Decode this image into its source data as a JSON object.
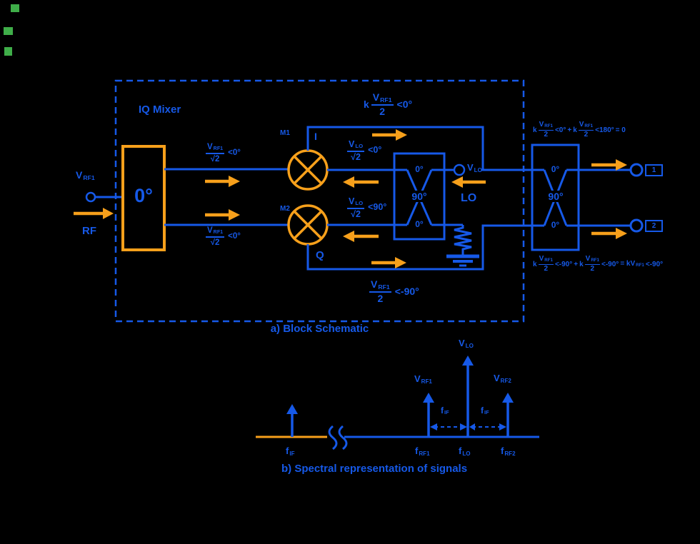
{
  "colors": {
    "blue": "#1659E8",
    "orange": "#F7A01B",
    "background": "#000000",
    "overlay_green": "#3FAE49"
  },
  "schematic": {
    "caption": "a) Block Schematic",
    "title": "IQ Mixer",
    "input": {
      "v": "V",
      "v_sub": "RF1",
      "rf": "RF"
    },
    "splitter_label": "0°",
    "rf_top": {
      "num": "V",
      "num_sub": "RF1",
      "den": "√2",
      "angle": "<0°"
    },
    "rf_bot": {
      "num": "V",
      "num_sub": "RF1",
      "den": "√2",
      "angle": "<0°"
    },
    "m1": "M1",
    "m1_out": "I",
    "m2": "M2",
    "m2_out": "Q",
    "if_top": {
      "k": "k",
      "num": "V",
      "num_sub": "RF1",
      "den": "2",
      "angle": "<0°"
    },
    "if_bot": {
      "num": "V",
      "num_sub": "RF1",
      "den": "2",
      "angle": "<-90°"
    },
    "lo_top": {
      "num": "V",
      "num_sub": "LO",
      "den": "√2",
      "angle": "<0°"
    },
    "lo_bot": {
      "num": "V",
      "num_sub": "LO",
      "den": "√2",
      "angle": "<90°"
    },
    "lo_hybrid": {
      "p1": "0°",
      "mid": "90°",
      "p2": "0°"
    },
    "lo_port": {
      "v": "V",
      "v_sub": "LO",
      "name": "LO"
    },
    "if_hybrid": {
      "p1": "0°",
      "mid": "90°",
      "p2": "0°"
    },
    "out1": "1",
    "out2": "2",
    "sum_top": {
      "k1": "k",
      "v1": "V",
      "s1": "RF1",
      "d1": "2",
      "a1": "<0°",
      "plus": "+",
      "k2": "k",
      "v2": "V",
      "s2": "RF1",
      "d2": "2",
      "a2": "<180°",
      "eq": "= 0"
    },
    "sum_bot": {
      "k1": "k",
      "v1": "V",
      "s1": "RF1",
      "d1": "2",
      "a1": "<-90°",
      "plus": "+",
      "k2": "k",
      "v2": "V",
      "s2": "RF1",
      "d2": "2",
      "a2": "<-90°",
      "eq": "= kV",
      "eq_sub": "RF1",
      "eq_angle": "<-90°"
    }
  },
  "spectrum": {
    "caption": "b) Spectral representation of signals",
    "f_if": {
      "base": "f",
      "sub": "IF"
    },
    "v_rf1": {
      "base": "V",
      "sub": "RF1"
    },
    "v_lo": {
      "base": "V",
      "sub": "LO"
    },
    "v_rf2": {
      "base": "V",
      "sub": "RF2"
    },
    "f_rf1": {
      "base": "f",
      "sub": "RF1"
    },
    "f_lo": {
      "base": "f",
      "sub": "LO"
    },
    "f_rf2": {
      "base": "f",
      "sub": "RF2"
    },
    "span_left": {
      "base": "f",
      "sub": "IF"
    },
    "span_right": {
      "base": "f",
      "sub": "IF"
    }
  }
}
